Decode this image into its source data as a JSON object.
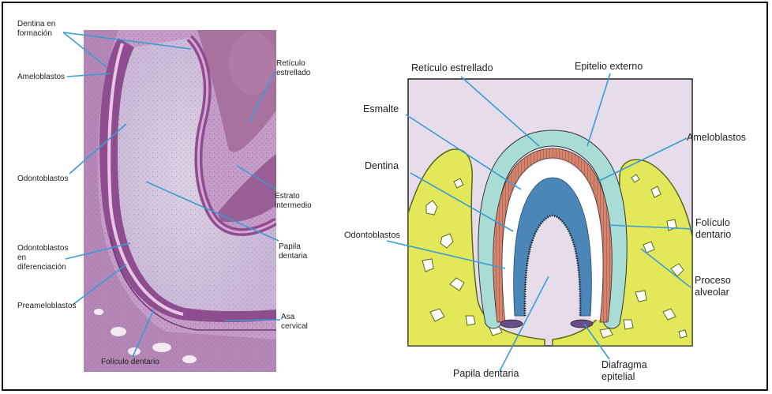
{
  "left_panel": {
    "labels": {
      "dentina_en_formacion_1": "Dentina en",
      "dentina_en_formacion_2": "formación",
      "ameloblastos": "Ameloblastos",
      "odontoblastos": "Odontoblastos",
      "odontoblastos_en_dif_1": "Odontoblastos",
      "odontoblastos_en_dif_2": "en",
      "odontoblastos_en_dif_3": "diferenciación",
      "preameloblastos": "Preameloblastos",
      "foliculo_dentario": "Folículo dentario",
      "reticulo_estrellado_1": "Retículo",
      "reticulo_estrellado_2": "estrellado",
      "estrato_intermedio_1": "Estrato",
      "estrato_intermedio_2": "intermedio",
      "papila_dentaria_1": "Papila",
      "papila_dentaria_2": "dentaria",
      "asa_cervical_1": "Asa",
      "asa_cervical_2": "cervical"
    }
  },
  "right_panel": {
    "labels": {
      "reticulo_estrellado": "Retículo estrellado",
      "epitelio_externo": "Epitelio externo",
      "esmalte": "Esmalte",
      "dentina": "Dentina",
      "ameloblastos": "Ameloblastos",
      "odontoblastos": "Odontoblastos",
      "foliculo_dentario_1": "Folículo",
      "foliculo_dentario_2": "dentario",
      "proceso_alveolar_1": "Proceso",
      "proceso_alveolar_2": "alveolar",
      "papila_dentaria": "Papila dentaria",
      "diafragma_epitelial_1": "Diafragma",
      "diafragma_epitelial_2": "epitelial"
    }
  },
  "colors": {
    "leader_line": "#3a9bd5",
    "histology_purple": "#b88ab8",
    "bone_yellow": "#e3e85a",
    "background_lilac": "#e6dcea",
    "dentin_blue": "#4a87b8",
    "enamel_teal": "#a9dcd4",
    "ameloblast_salmon": "#d9826b"
  }
}
